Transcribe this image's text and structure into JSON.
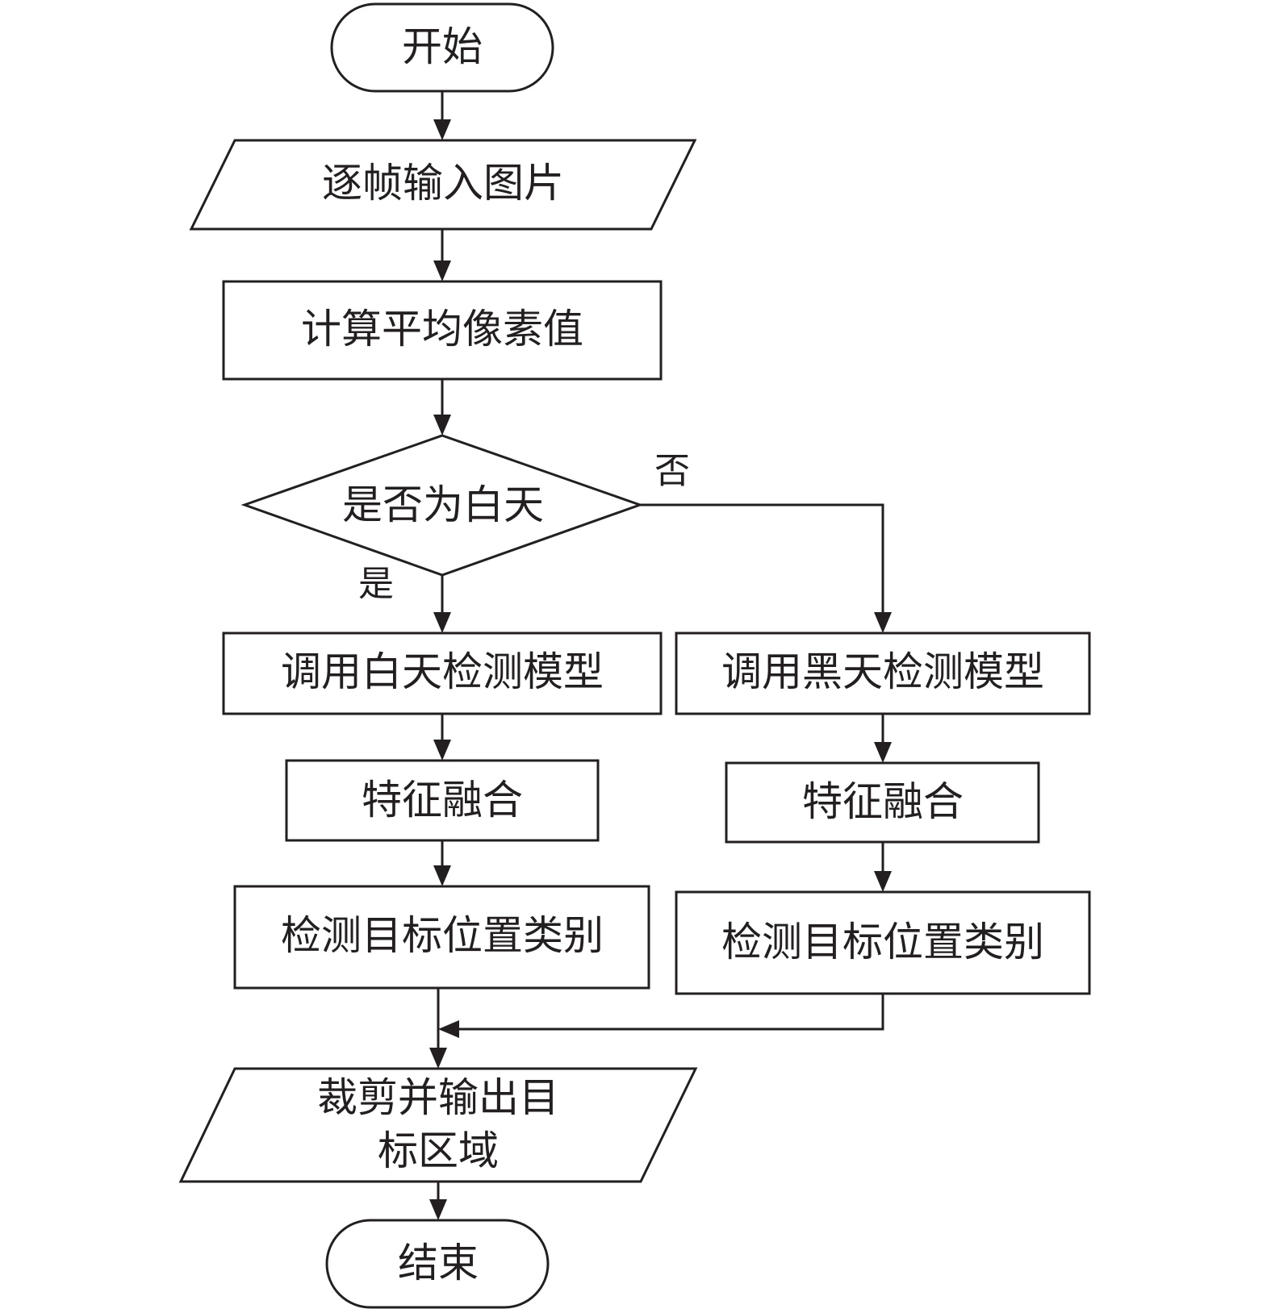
{
  "nodes": {
    "start": "开始",
    "input_frames": "逐帧输入图片",
    "compute_mean": "计算平均像素值",
    "is_daytime": "是否为白天",
    "day_model": "调用白天检测模型",
    "night_model": "调用黑天检测模型",
    "day_fusion": "特征融合",
    "night_fusion": "特征融合",
    "day_detect": "检测目标位置类别",
    "night_detect": "检测目标位置类别",
    "output_line1": "裁剪并输出目",
    "output_line2": "标区域",
    "end": "结束"
  },
  "branches": {
    "yes": "是",
    "no": "否"
  },
  "colors": {
    "stroke": "#231f20",
    "fill": "#ffffff",
    "text": "#231f20"
  }
}
